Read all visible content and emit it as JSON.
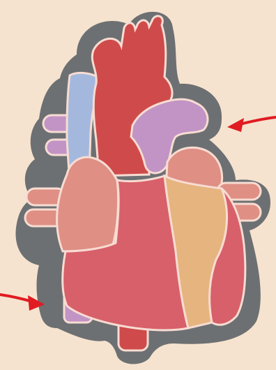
{
  "diagram": {
    "colors": {
      "background": "#f6e3cf",
      "outline_halo": "#6d7072",
      "aorta_red": "#cf4b4b",
      "vena_cava_blue": "#a4b8de",
      "pulmonary_purple": "#c194c5",
      "atrium_salmon": "#df8f84",
      "ventricle_red": "#d8606a",
      "septum_tan": "#e6b47f",
      "border_light": "#f7dcd2",
      "arrow_red": "#e01b22"
    },
    "arrows": [
      {
        "id": "arrow-right",
        "direction": "pointing-left"
      },
      {
        "id": "arrow-left",
        "direction": "pointing-right"
      }
    ],
    "labels": []
  }
}
